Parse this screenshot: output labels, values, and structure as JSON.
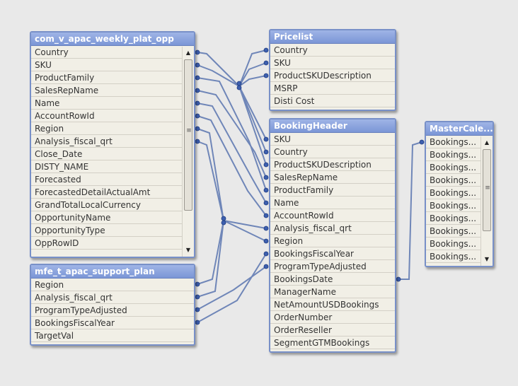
{
  "tables": {
    "weekly": {
      "title": "com_v_apac_weekly_plat_opp",
      "fields": [
        "Country",
        "SKU",
        "ProductFamily",
        "SalesRepName",
        "Name",
        "AccountRowId",
        "Region",
        "Analysis_fiscal_qrt",
        "Close_Date",
        "DISTY_NAME",
        "Forecasted",
        "ForecastedDetailActualAmt",
        "GrandTotalLocalCurrency",
        "OpportunityName",
        "OpportunityType",
        "OppRowID"
      ]
    },
    "support": {
      "title": "mfe_t_apac_support_plan",
      "fields": [
        "Region",
        "Analysis_fiscal_qrt",
        "ProgramTypeAdjusted",
        "BookingsFiscalYear",
        "TargetVal"
      ]
    },
    "pricelist": {
      "title": "Pricelist",
      "fields": [
        "Country",
        "SKU",
        "ProductSKUDescription",
        "MSRP",
        "Disti Cost"
      ]
    },
    "booking": {
      "title": "BookingHeader",
      "fields": [
        "SKU",
        "Country",
        "ProductSKUDescription",
        "SalesRepName",
        "ProductFamily",
        "Name",
        "AccountRowId",
        "Analysis_fiscal_qrt",
        "Region",
        "BookingsFiscalYear",
        "ProgramTypeAdjusted",
        "BookingsDate",
        "ManagerName",
        "NetAmountUSDBookings",
        "OrderNumber",
        "OrderReseller",
        "SegmentGTMBookings"
      ]
    },
    "calendar": {
      "title": "MasterCale...",
      "fields": [
        "Bookings...",
        "Bookings...",
        "Bookings...",
        "Bookings...",
        "Bookings...",
        "Bookings...",
        "Bookings...",
        "Bookings...",
        "Bookings...",
        "Bookings..."
      ]
    }
  },
  "icons": {
    "scroll_up": "▲",
    "scroll_down": "▼",
    "scroll_grip": "≡"
  },
  "colors": {
    "header": "#7b96d6",
    "wire": "#6f86b8",
    "node": "#3d5fae"
  }
}
